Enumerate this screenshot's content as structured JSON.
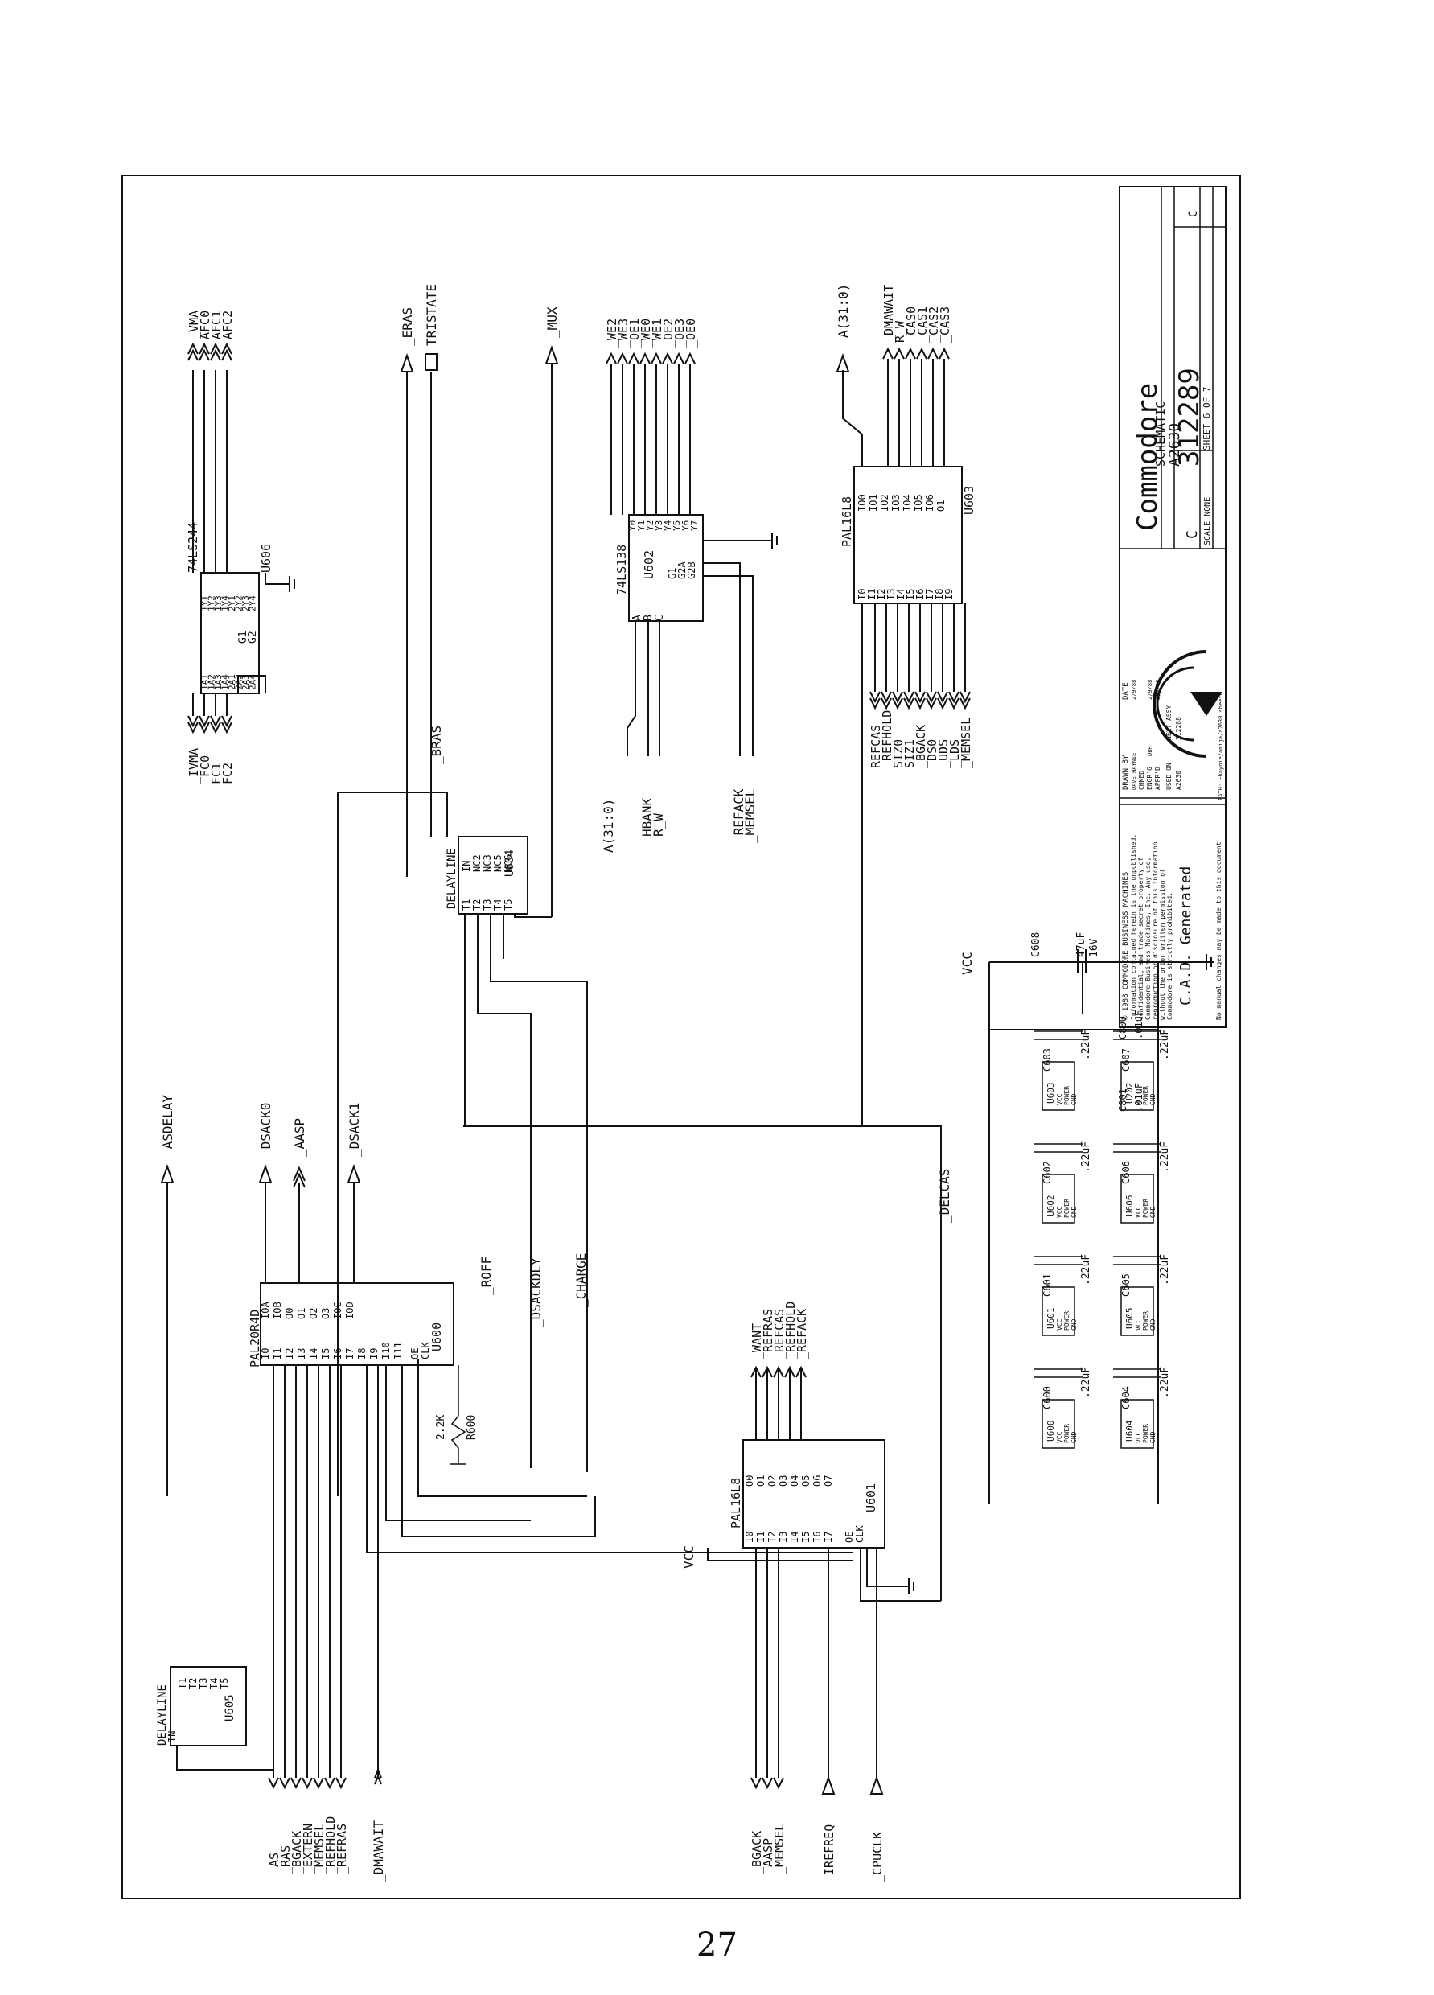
{
  "page_number": "27",
  "title_block": {
    "company": "Commodore",
    "doc_title": "SCHEMATIC",
    "product": "A2630",
    "part_number": "312289",
    "size": "C",
    "rev": "C",
    "scale": "SCALE NONE",
    "sheet": "SHEET 6 OF 7",
    "drawn_by": "DRAWN BY",
    "date": "DATE",
    "drawn_name": "DAVE HAYNIE",
    "drawn_date": "2/9/88",
    "checked": "CHKED",
    "engr": "ENGR'G",
    "engr_name": "DBH",
    "engr_date": "2/9/88",
    "apprvd": "APPR'D",
    "apprvd_date": "2/9/88",
    "used_on": "USED ON",
    "next_assy": "NEXT ASSY",
    "used_on_val": "A2630",
    "next_assy_val": "312288",
    "path": "PATH: ~haynie/amiga/a2630 sheet6",
    "notice": [
      "© 1988 COMMODORE BUSINESS MACHINES",
      "Information contained herein is the unpublished,",
      "confidential, and trade secret property of",
      "Commodore Business Machines, Inc. Any use,",
      "reproduction or disclosure of this information",
      "without the prior written permission of",
      "Commodore is strictly prohibited."
    ],
    "cad": "C.A.D. Generated",
    "no_manual": "No manual changes may be made to this document"
  },
  "parts": {
    "u606": {
      "ref": "U606",
      "type": "74LS244",
      "pins_in": [
        "1A1",
        "1A2",
        "1A3",
        "1A4",
        "2A1",
        "2A2",
        "2A3",
        "2A4"
      ],
      "pins_out": [
        "1Y1",
        "1Y2",
        "1Y3",
        "1Y4",
        "2Y1",
        "2Y2",
        "2Y3",
        "2Y4"
      ],
      "ctrl": [
        "G1",
        "G2"
      ]
    },
    "u602": {
      "ref": "U602",
      "type": "74LS138",
      "pins_in": [
        "A",
        "B",
        "C"
      ],
      "ctrl": [
        "G1",
        "G2A",
        "G2B"
      ],
      "pins_out": [
        "Y0",
        "Y1",
        "Y2",
        "Y3",
        "Y4",
        "Y5",
        "Y6",
        "Y7"
      ]
    },
    "u603": {
      "ref": "U603",
      "type": "PAL16L8",
      "pins_in": [
        "I0",
        "I1",
        "I2",
        "I3",
        "I4",
        "I5",
        "I6",
        "I7",
        "I8",
        "I9"
      ],
      "pins_out": [
        "IO0",
        "IO1",
        "IO2",
        "IO3",
        "IO4",
        "IO5",
        "IO6",
        "O1"
      ]
    },
    "u604": {
      "ref": "U604",
      "type": "DELAYLINE",
      "pins": [
        "T1",
        "T2",
        "T3",
        "T4",
        "T5",
        "IN",
        "NC2",
        "NC3",
        "NC5",
        "NC6"
      ]
    },
    "u600": {
      "ref": "U600",
      "type": "PAL20R4D",
      "pins_in": [
        "I0",
        "I1",
        "I2",
        "I3",
        "I4",
        "I5",
        "I6",
        "I7",
        "I8",
        "I9",
        "I10",
        "I11"
      ],
      "pins_out": [
        "IOA",
        "IOB",
        "O0",
        "O1",
        "O2",
        "O3",
        "IOC",
        "IOD"
      ],
      "ctrl": [
        "OE",
        "CLK"
      ]
    },
    "u601": {
      "ref": "U601",
      "type": "PAL16L8",
      "pins_in": [
        "I0",
        "I1",
        "I2",
        "I3",
        "I4",
        "I5",
        "I6",
        "I7"
      ],
      "pins_out": [
        "O0",
        "O1",
        "O2",
        "O3",
        "O4",
        "O5",
        "O6",
        "O7"
      ],
      "ctrl": [
        "OE",
        "CLK"
      ]
    },
    "u605": {
      "ref": "U605",
      "type": "DELAYLINE",
      "pins": [
        "IN",
        "T1",
        "T2",
        "T3",
        "T4",
        "T5"
      ]
    },
    "r600": {
      "ref": "R600",
      "value": "2.2K"
    }
  },
  "nets": {
    "u606_in": [
      "_IVMA",
      "_FC0",
      "FC1",
      "FC2"
    ],
    "u606_out": [
      "_VMA",
      "AFC0",
      "AFC1",
      "AFC2"
    ],
    "eras": "_ERAS",
    "tristate": "TRISTATE",
    "mux": "_MUX",
    "u602_out": [
      "_WE2",
      "_WE3",
      "_OE1",
      "_WE0",
      "_WE1",
      "_OE2",
      "_OE3",
      "_OE0"
    ],
    "u602_in": [
      "A(31:0)",
      "HBANK",
      "R_W"
    ],
    "u602_ctrl": [
      "_REFACK",
      "_MEMSEL"
    ],
    "a_bus": "A(31:0)",
    "u603_in": [
      "REFCAS",
      "_REFHOLD",
      "SIZ0",
      "SIZ1",
      "_BGACK",
      "_DS0",
      "_UDS",
      "_LDS",
      "_MEMSEL"
    ],
    "u603_out": [
      "_DMAWAIT",
      "R_W",
      "_CAS0",
      "_CAS1",
      "_CAS2",
      "_CAS3"
    ],
    "bras": "_BRAS",
    "asdelay": "_ASDELAY",
    "dsack0": "_DSACK0",
    "aasp": "_AASP",
    "dsack1": "_DSACK1",
    "roff": "_ROFF",
    "dsackdly": "_DSACKDLY",
    "charge": "_CHARGE",
    "delcas": "_DELCAS",
    "u600_in": [
      "_AS",
      "_RAS",
      "_BGACK",
      "_EXTERN",
      "_MEMSEL",
      "_REFHOLD",
      "_REFRAS"
    ],
    "dmawait": "_DMAWAIT",
    "u601_out": [
      "_WANT",
      "_REFRAS",
      "_REFCAS",
      "_REFHOLD",
      "_REFACK"
    ],
    "u601_in": [
      "_BGACK",
      "_AASP",
      "_MEMSEL"
    ],
    "irefreq": "_IREFREQ",
    "cpuclk": "_CPUCLK",
    "vcc": "VCC"
  },
  "power": {
    "bulk": {
      "ref": "C608",
      "value": "47uF",
      "voltage": "16V"
    },
    "decoupling_value": ".22uF",
    "small_value": ".01uF",
    "caps_row1": [
      "C600",
      "C601",
      "C602",
      "C603"
    ],
    "caps_row2": [
      "C604",
      "C605",
      "C606",
      "C607"
    ],
    "small_caps": [
      "C800",
      "C801"
    ],
    "chips_row1": [
      "U600",
      "U601",
      "U602",
      "U603"
    ],
    "chips_row2": [
      "U604",
      "U605",
      "U606",
      "U202"
    ],
    "chip_labels": [
      "VCC",
      "POWER",
      "GND"
    ]
  },
  "colors": {
    "ink": "#111111",
    "paper": "#ffffff"
  }
}
